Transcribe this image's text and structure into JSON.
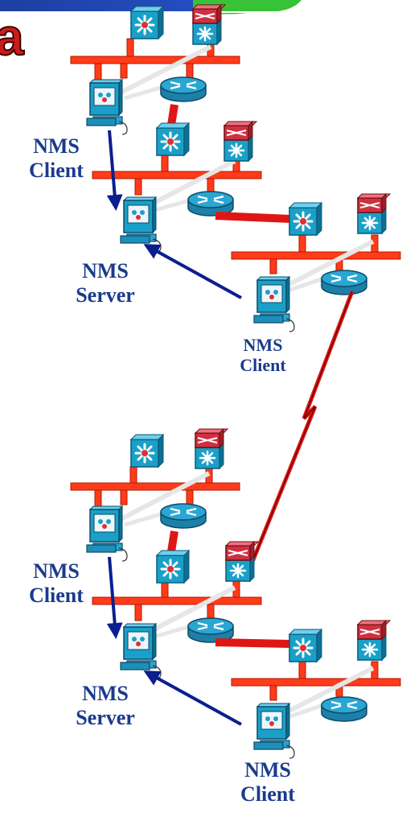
{
  "title_fragment": "a",
  "labels": {
    "g1_client_left": "NMS\nClient",
    "g1_server": "NMS\nServer",
    "g1_client_right": "NMS\nClient",
    "g2_client_left": "NMS\nClient",
    "g2_server": "NMS\nServer",
    "g2_client_right": "NMS\nClient"
  },
  "colors": {
    "ethernet": "#ff3b1a",
    "wan_link": "#e01515",
    "arrow": "#0b1f8f",
    "label": "#1a3a8c",
    "switch": "#1aa0c8",
    "router": "#1e8fb8",
    "firewall": "#d03040",
    "banner_blue": "#1d3fa0",
    "banner_green": "#38c238"
  },
  "icons": [
    "switch-icon",
    "firewall-switch-icon",
    "router-icon",
    "workstation-icon"
  ]
}
